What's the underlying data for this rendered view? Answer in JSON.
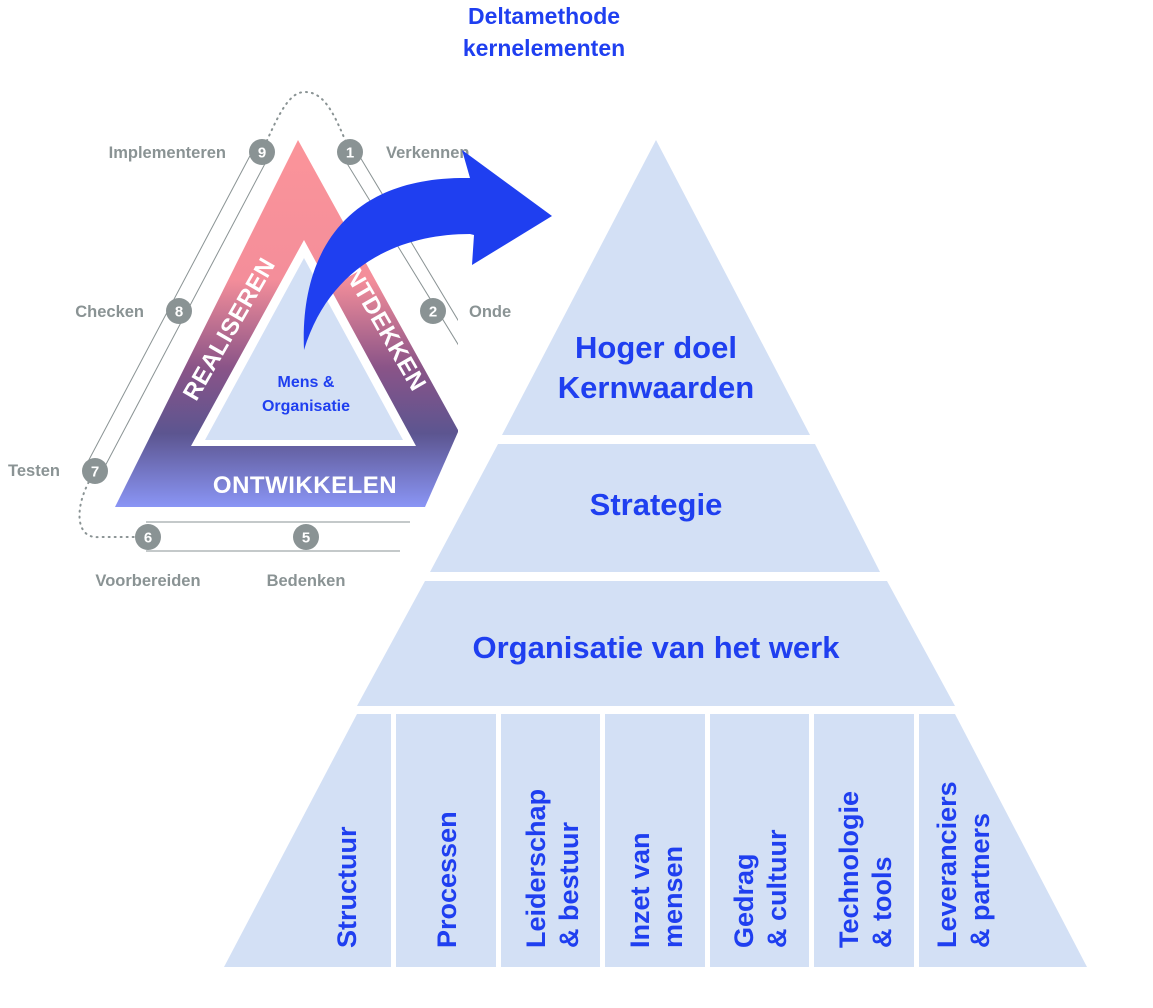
{
  "title": {
    "line1": "Deltamethode",
    "line2": "kernelementen"
  },
  "colors": {
    "accent": "#1f3ff0",
    "pyramid_fill": "#d3e0f5",
    "step_gray": "#8a9394",
    "phase_top": "#fb949a",
    "phase_mid": "#7e4e86",
    "phase_bottom": "#8590f0"
  },
  "cycle": {
    "core": {
      "line1": "Mens &",
      "line2": "Organisatie"
    },
    "phases": {
      "left": "REALISEREN",
      "right": "ONTDEKKEN",
      "bottom": "ONTWIKKELEN"
    },
    "steps": [
      {
        "num": "1",
        "label": "Verkennen"
      },
      {
        "num": "2",
        "label": "Onde"
      },
      {
        "num": "5",
        "label": "Bedenken"
      },
      {
        "num": "6",
        "label": "Voorbereiden"
      },
      {
        "num": "7",
        "label": "Testen"
      },
      {
        "num": "8",
        "label": "Checken"
      },
      {
        "num": "9",
        "label": "Implementeren"
      }
    ]
  },
  "pyramid": {
    "tier1": {
      "line1": "Hoger doel",
      "line2": "Kernwaarden"
    },
    "tier2": "Strategie",
    "tier3": "Organisatie van het werk",
    "columns": [
      {
        "line1": "Structuur",
        "line2": ""
      },
      {
        "line1": "Processen",
        "line2": ""
      },
      {
        "line1": "Leiderschap",
        "line2": "& bestuur"
      },
      {
        "line1": "Inzet van",
        "line2": "mensen"
      },
      {
        "line1": "Gedrag",
        "line2": "& cultuur"
      },
      {
        "line1": "Technologie",
        "line2": "& tools"
      },
      {
        "line1": "Leveranciers",
        "line2": "& partners"
      }
    ]
  }
}
